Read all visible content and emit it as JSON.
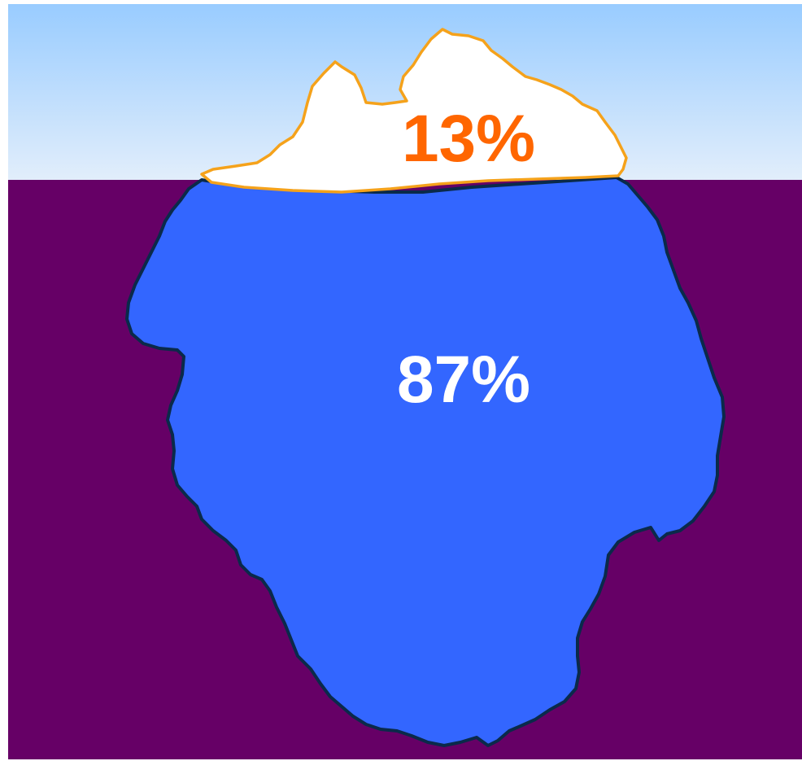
{
  "diagram": {
    "above_water": {
      "label": "13%",
      "value_percent": 13,
      "fill_color": "#ffffff",
      "outline_color": "#f5a21b",
      "text_color": "#ff6600"
    },
    "below_water": {
      "label": "87%",
      "value_percent": 87,
      "fill_color": "#3366ff",
      "outline_color": "#0a2a4a",
      "text_color": "#ffffff"
    },
    "colors": {
      "sky_top": "#99ccff",
      "sky_bottom": "#e2eefb",
      "water": "#660066"
    }
  }
}
